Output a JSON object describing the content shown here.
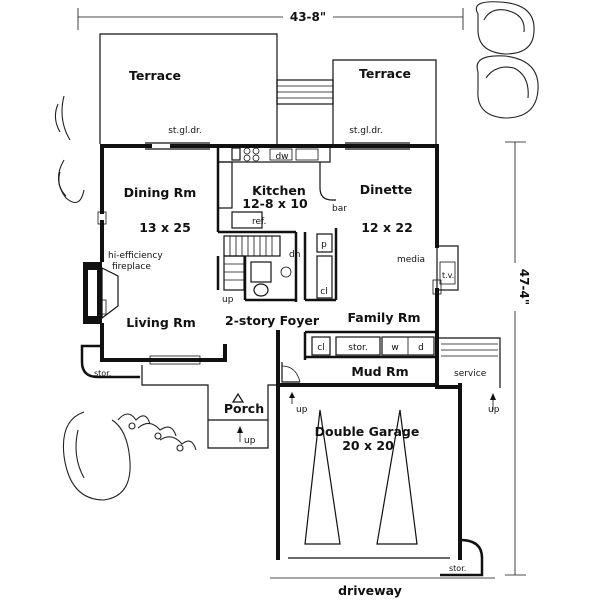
{
  "overall": {
    "width": "43-8\"",
    "depth": "47-4\""
  },
  "terraces": [
    "Terrace",
    "Terrace"
  ],
  "sliding_doors": [
    "st.gl.dr.",
    "st.gl.dr."
  ],
  "rooms": {
    "dining": {
      "name": "Dining Rm",
      "size": "13 x 25"
    },
    "kitchen": {
      "name": "Kitchen",
      "size": "12-8 x 10"
    },
    "dinette": {
      "name": "Dinette",
      "size": "12 x 22"
    },
    "living": {
      "name": "Living Rm"
    },
    "foyer": {
      "name": "2-story Foyer"
    },
    "family": {
      "name": "Family Rm"
    },
    "mud": {
      "name": "Mud Rm"
    },
    "garage": {
      "name": "Double Garage",
      "size": "20 x 20"
    },
    "porch": {
      "name": "Porch"
    }
  },
  "fireplace": [
    "hi-efficiency",
    "fireplace"
  ],
  "labels": {
    "dw": "dw",
    "bar": "bar",
    "ref": "ref.",
    "dn": "dn",
    "up": "up",
    "p": "p",
    "cl": "cl",
    "stor": "stor.",
    "w": "w",
    "d": "d",
    "media": "media",
    "tv": "t.v.",
    "service": "service",
    "driveway": "driveway"
  }
}
